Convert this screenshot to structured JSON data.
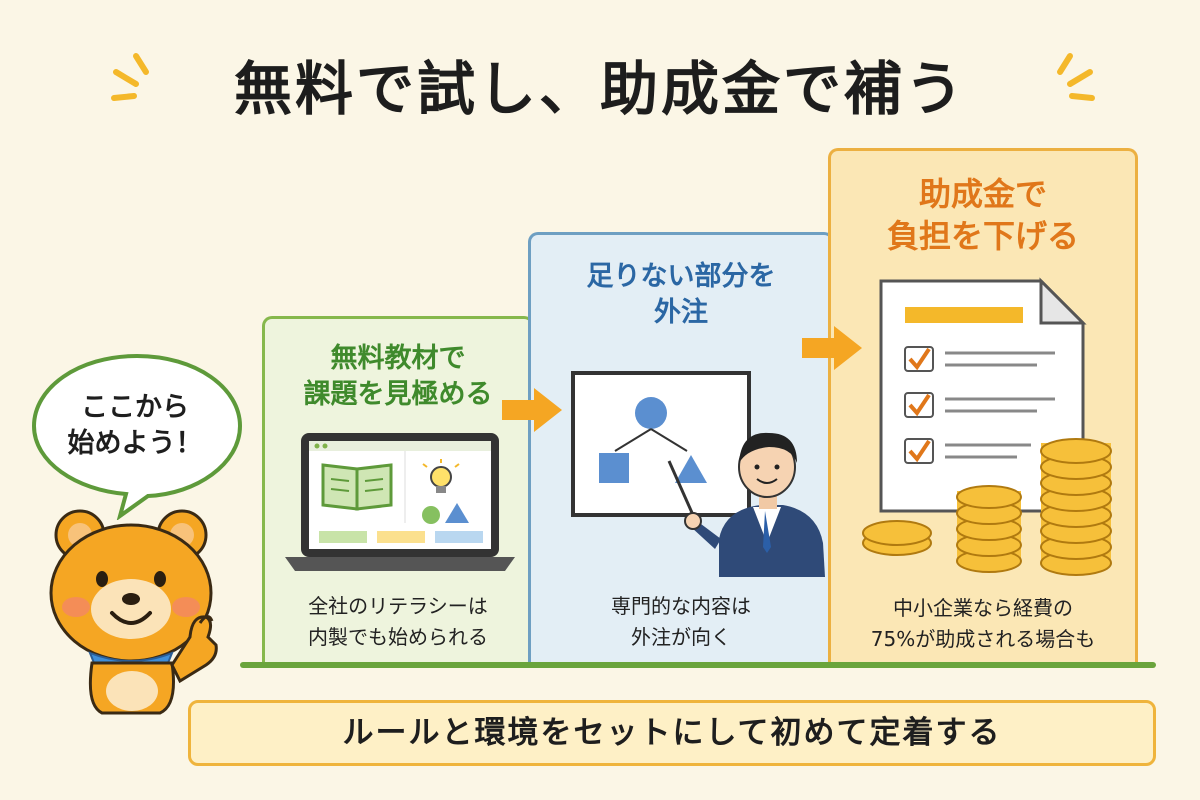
{
  "title": "無料で試し、助成金で補う",
  "mascot": {
    "speech": [
      "ここから",
      "始めよう！"
    ]
  },
  "steps": [
    {
      "title": [
        "無料教材で",
        "課題を見極める"
      ],
      "caption": [
        "全社のリテラシーは",
        "内製でも始められる"
      ],
      "illustration": "laptop-icon"
    },
    {
      "title": [
        "足りない部分を",
        "外注"
      ],
      "caption": [
        "専門的な内容は",
        "外注が向く"
      ],
      "illustration": "presenter-icon"
    },
    {
      "title": [
        "助成金で",
        "負担を下げる"
      ],
      "caption": [
        "中小企業なら経費の",
        "75%が助成される場合も"
      ],
      "illustration": "document-coins-icon"
    }
  ],
  "footer": "ルールと環境をセットにして初めて定着する",
  "colors": {
    "background": "#fbf6e6",
    "step1_accent": "#86b84c",
    "step2_accent": "#6e9fc2",
    "step3_accent": "#ecb041",
    "arrow": "#f5a623"
  }
}
